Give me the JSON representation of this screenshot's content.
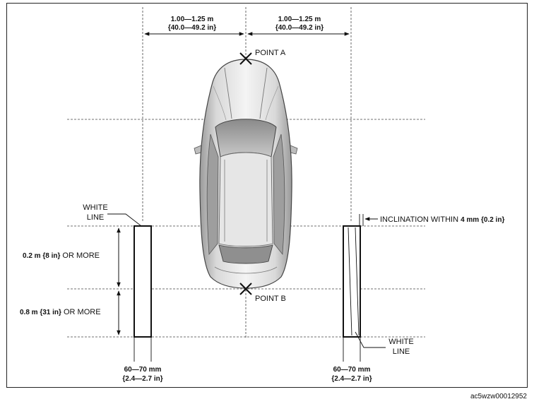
{
  "labels": {
    "top_dim_left_1": "1.00—1.25 m",
    "top_dim_left_2": "{40.0—49.2 in}",
    "top_dim_right_1": "1.00—1.25 m",
    "top_dim_right_2": "{40.0—49.2 in}",
    "point_a": "POINT A",
    "point_b": "POINT B",
    "white_line_left_1": "WHITE",
    "white_line_left_2": "LINE",
    "white_line_right_1": "WHITE",
    "white_line_right_2": "LINE",
    "inclination_a": "INCLINATION WITHIN ",
    "inclination_b": "4 mm {0.2 in}",
    "upper_gap_a": "0.2 m {8 in}",
    "upper_gap_b": " OR MORE",
    "lower_gap_a": "0.8 m {31 in}",
    "lower_gap_b": " OR MORE",
    "width_left_1": "60—70 mm",
    "width_left_2": "{2.4—2.7 in}",
    "width_right_1": "60—70 mm",
    "width_right_2": "{2.4—2.7 in}",
    "figure_id": "ac5wzw00012952"
  }
}
